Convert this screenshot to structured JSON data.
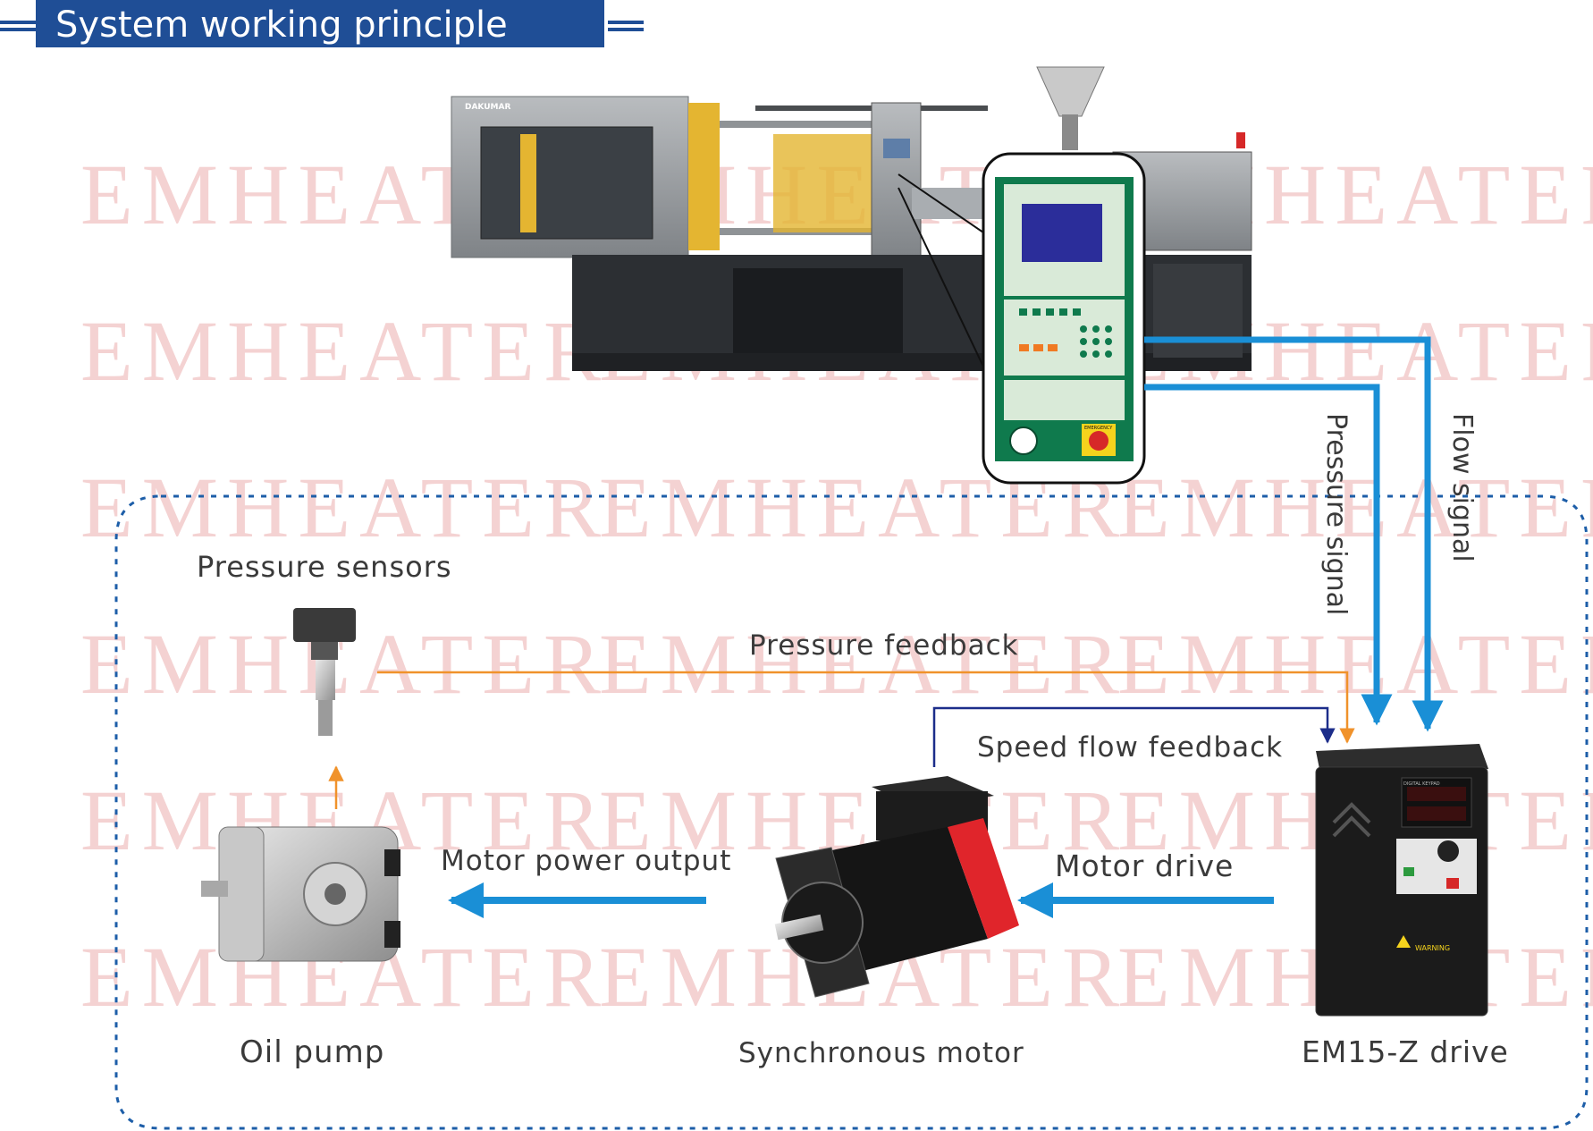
{
  "header": {
    "title": "System working principle"
  },
  "watermark": {
    "text": "EMHEATER"
  },
  "components": {
    "pressure_sensors": "Pressure sensors",
    "oil_pump": "Oil pump",
    "synchronous_motor": "Synchronous motor",
    "drive": "EM15-Z drive"
  },
  "signals": {
    "pressure_feedback": "Pressure feedback",
    "speed_flow_feedback": "Speed flow feedback",
    "motor_power_output": "Motor power output",
    "motor_drive": "Motor drive",
    "pressure_signal": "Pressure signal",
    "flow_signal": "Flow signal"
  },
  "machine": {
    "brand": "DAKUMAR",
    "emergency_label": "EMERGENCY"
  },
  "drive_panel": {
    "warning_label": "WARNING",
    "display_label": "DIGITAL KEYPAD"
  },
  "colors": {
    "header_bg": "#1f4e96",
    "signal_blue": "#1a8fd6",
    "pressure_orange": "#f0922b",
    "speed_navy": "#1c2d8a",
    "dashed_border": "#1d5ea8",
    "panel_green": "#0f7a4d",
    "motor_red": "#e0252b",
    "watermark": "#f4d2d2"
  }
}
